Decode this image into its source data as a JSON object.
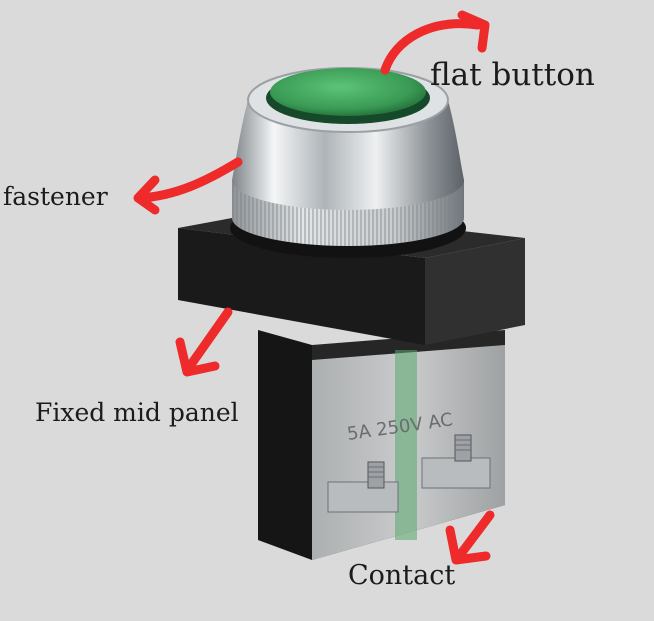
{
  "labels": {
    "flat_button": "flat button",
    "fastener": "fastener",
    "fixed_mid_panel": "Fixed mid panel",
    "contact": "Contact"
  },
  "housing_marking": "5A 250V AC",
  "colors": {
    "background": "#dadada",
    "button_green": "#3a9a55",
    "arrow_red": "#ee2a2a",
    "housing_black": "#1c1c1c",
    "chrome": "#bfc4c7"
  }
}
